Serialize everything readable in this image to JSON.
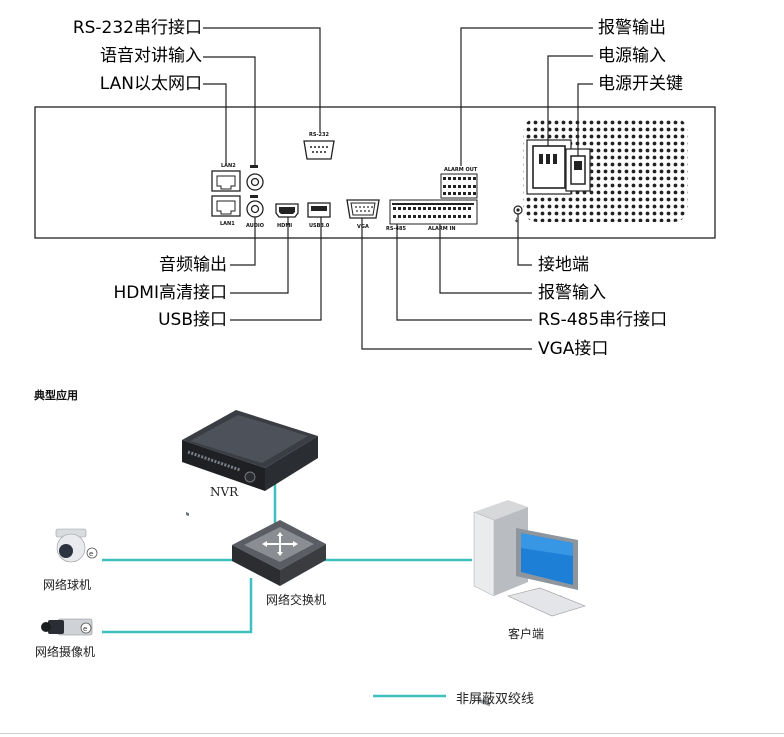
{
  "rear_panel": {
    "labels": {
      "rs232": "RS-232串行接口",
      "audio_in": "语音对讲输入",
      "lan": "LAN以太网口",
      "alarm_out": "报警输出",
      "power_in": "电源输入",
      "power_switch": "电源开关键",
      "audio_out": "音频输出",
      "hdmi": "HDMI高清接口",
      "usb": "USB接口",
      "ground": "接地端",
      "alarm_in": "报警输入",
      "rs485": "RS-485串行接口",
      "vga": "VGA接口"
    },
    "panel_text": {
      "rs232": "RS-232",
      "lan2": "LAN2",
      "lan1": "LAN1",
      "audio": "AUDIO",
      "hdmi": "HDMI",
      "usb": "USB3.0",
      "vga": "VGA",
      "rs485": "RS-485",
      "alarm_out": "ALARM OUT",
      "alarm_in": "ALARM IN"
    }
  },
  "typical_application": {
    "title": "典型应用",
    "devices": {
      "nvr": "NVR",
      "dome_camera": "网络球机",
      "network_camera": "网络摄像机",
      "switch": "网络交换机",
      "client": "客户端"
    },
    "legend": "非屏蔽双绞线",
    "colors": {
      "cable": "#3fbfbf",
      "panel": "#ffffff",
      "frame": "#222222"
    }
  }
}
